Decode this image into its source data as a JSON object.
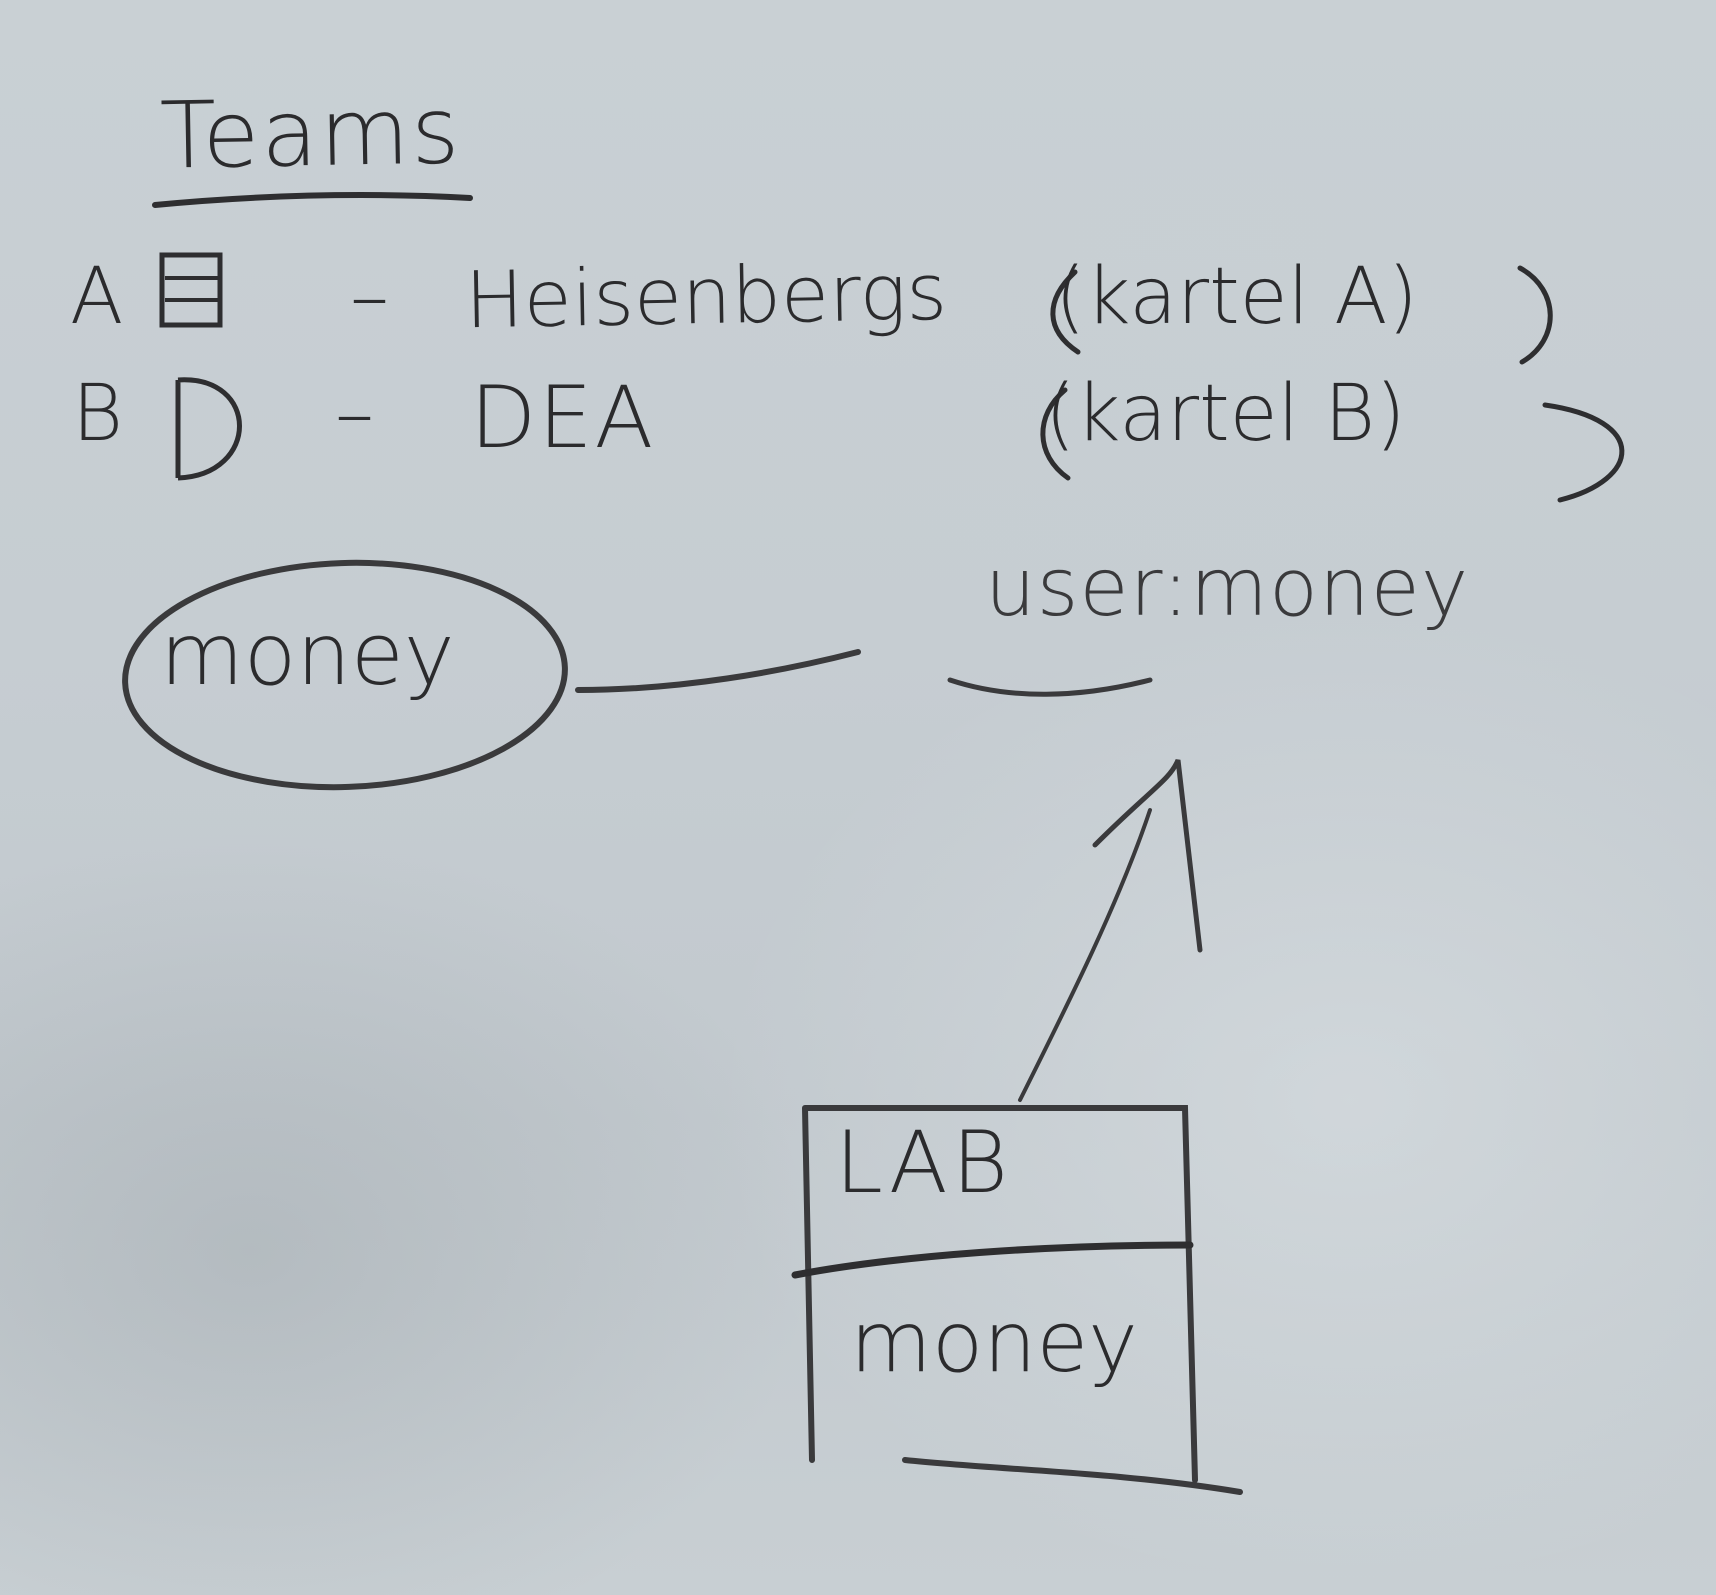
{
  "title": "Teams",
  "teams": [
    {
      "label": "A",
      "name": "Heisenbergs",
      "alias": "(kartel A)"
    },
    {
      "label": "B",
      "name": "DEA",
      "alias": "(kartel B)"
    }
  ],
  "ellipse_node": {
    "text": "money"
  },
  "resource_label": {
    "text": "user:money"
  },
  "lab_box": {
    "title": "LAB",
    "attribute": "money"
  },
  "ink_color": "#2b2b2d",
  "paper_color": "#c6cdd2"
}
